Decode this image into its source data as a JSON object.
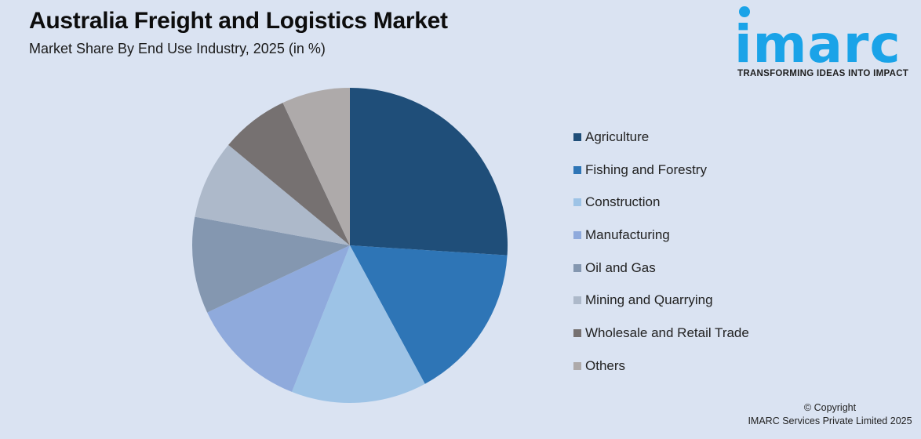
{
  "header": {
    "title": "Australia Freight and Logistics Market",
    "subtitle": "Market Share By End Use Industry, 2025 (in %)"
  },
  "logo": {
    "word": "imarc",
    "tagline": "TRANSFORMING IDEAS INTO IMPACT",
    "color": "#1aa3e8"
  },
  "footer": {
    "copyright": "© Copyright",
    "company": "IMARC Services Private Limited 2025"
  },
  "chart_data": {
    "type": "pie",
    "title": "Australia Freight and Logistics Market",
    "subtitle": "Market Share By End Use Industry, 2025 (in %)",
    "categories": [
      "Agriculture",
      "Fishing and Forestry",
      "Construction",
      "Manufacturing",
      "Oil and Gas",
      "Mining and Quarrying",
      "Wholesale and Retail Trade",
      "Others"
    ],
    "values": [
      26.0,
      16.1,
      13.9,
      12.0,
      9.9,
      8.1,
      7.0,
      7.0
    ],
    "colors": [
      "#1f4e79",
      "#2e75b6",
      "#9dc3e6",
      "#8faadc",
      "#8497b0",
      "#adb9ca",
      "#767171",
      "#aeaaaa"
    ],
    "start_angle": 0,
    "direction": "clockwise",
    "legend_position": "right",
    "data_labels": false
  }
}
